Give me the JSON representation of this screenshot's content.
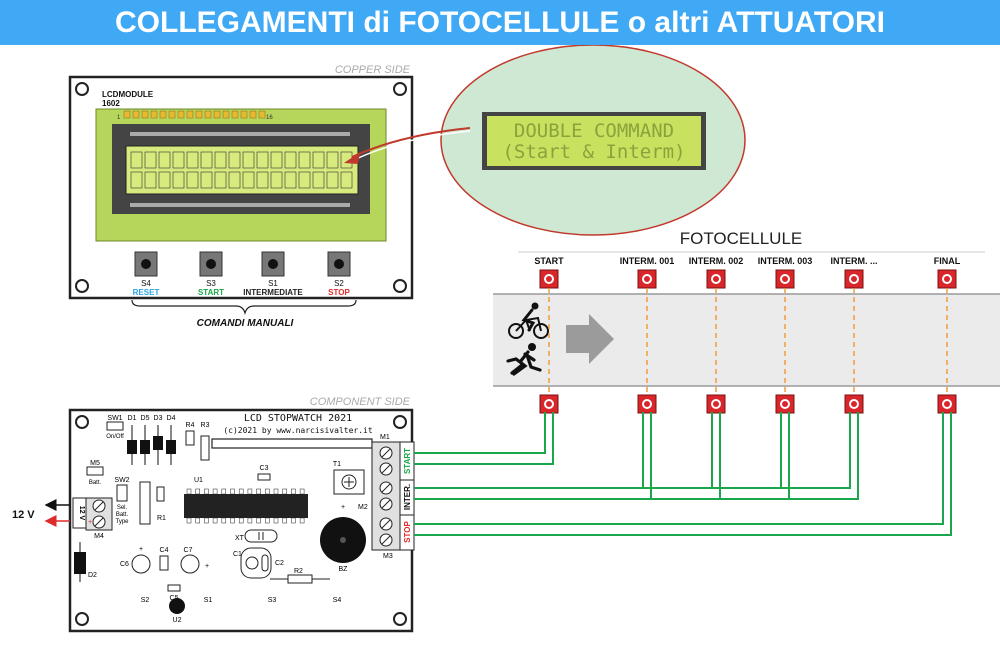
{
  "title": "COLLEGAMENTI di FOTOCELLULE o altri ATTUATORI",
  "colors": {
    "banner": "#3fa9f5",
    "lcd_green": "#b5d65a",
    "wire_green": "#1aa64a",
    "cell_red": "#d9262b",
    "dash_orange": "#f29a3a",
    "bubble": "#cfe8d4"
  },
  "copper": {
    "side_label": "COPPER SIDE",
    "lcd_model": "LCDMODULE",
    "lcd_number": "1602",
    "pin_first": "1",
    "pin_last": "16",
    "buttons": [
      {
        "id": "S4",
        "label": "RESET",
        "color": "#29a3e0"
      },
      {
        "id": "S3",
        "label": "START",
        "color": "#1aa64a"
      },
      {
        "id": "S1",
        "label": "INTERMEDIATE",
        "color": "#222222"
      },
      {
        "id": "S2",
        "label": "STOP",
        "color": "#e02a2a"
      }
    ],
    "manual_caption": "COMANDI MANUALI"
  },
  "bubble": {
    "line1": "DOUBLE COMMAND",
    "line2": "(Start & Interm)"
  },
  "fotocellule": {
    "title": "FOTOCELLULE",
    "cells": [
      "START",
      "INTERM. 001",
      "INTERM. 002",
      "INTERM. 003",
      "INTERM. ...",
      "FINAL"
    ]
  },
  "component": {
    "side_label": "COMPONENT SIDE",
    "board_title": "LCD STOPWATCH 2021",
    "board_sub": "(c)2021 by www.narcisivalter.it",
    "sw1": "SW1",
    "sw1_sub": "On/Off",
    "sw2": "SW2",
    "sw2_sub1": "Sel.",
    "sw2_sub2": "Batt.",
    "sw2_sub3": "Type",
    "m5": "M5",
    "m5_sub": "Batt.",
    "diodes": [
      "D1",
      "D5",
      "D3",
      "D4"
    ],
    "r4": "R4",
    "r3": "R3",
    "r1": "R1",
    "r2": "R2",
    "u1": "U1",
    "u2": "U2",
    "c1": "C1",
    "c2": "C2",
    "c3": "C3",
    "c4": "C4",
    "c5": "C5",
    "c6": "C6",
    "c7": "C7",
    "xt": "XT",
    "t1": "T1",
    "bz": "BZ",
    "d2": "D2",
    "m1": "M1",
    "m2": "M2",
    "m3": "M3",
    "m4": "M4",
    "m4_label": "12 V",
    "plus": "+",
    "bottom_s": [
      "S2",
      "S1",
      "S3",
      "S4"
    ],
    "conn_start": "START",
    "conn_inter": "INTER.",
    "conn_stop": "STOP"
  },
  "power_label": "12 V"
}
